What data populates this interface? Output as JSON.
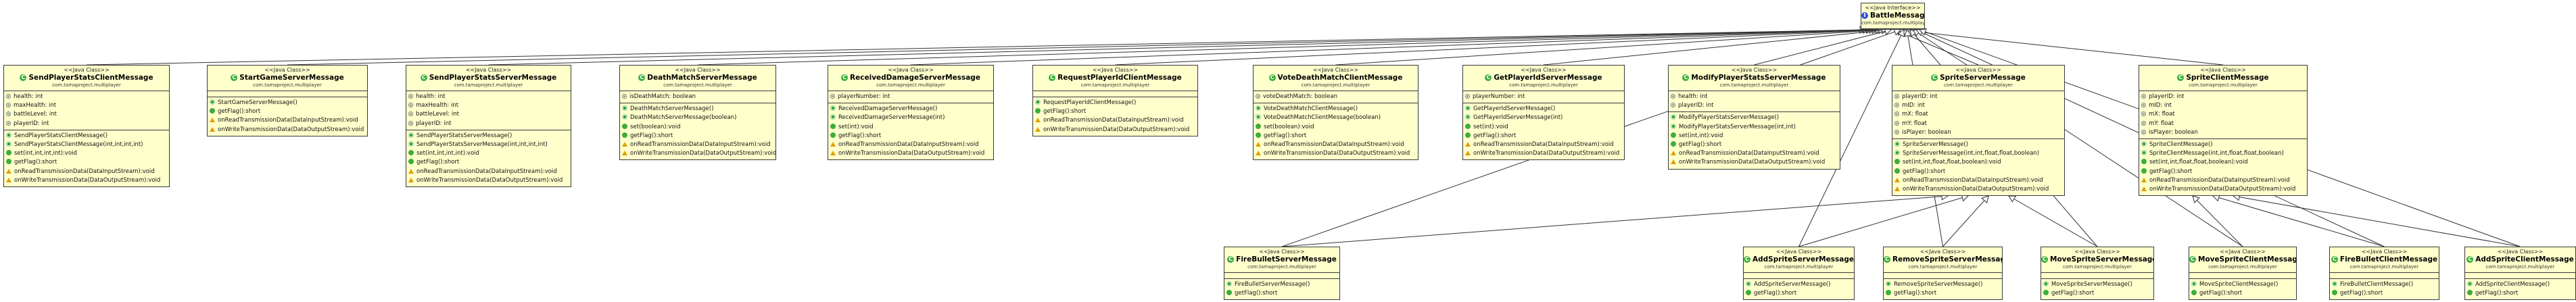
{
  "interface": {
    "stereotype": "<<Java Interface>>",
    "name": "BattleMessages",
    "package": "com.tamaproject.multiplayer",
    "icon": "interface-icon"
  },
  "classes": [
    {
      "id": "c1",
      "stereotype": "<<Java Class>>",
      "name": "SendPlayerStatsClientMessage",
      "package": "com.tamaproject.multiplayer",
      "fields": [
        "health: int",
        "maxHealth: int",
        "battleLevel: int",
        "playerID: int"
      ],
      "methods": [
        {
          "t": "ctor",
          "s": "SendPlayerStatsClientMessage()"
        },
        {
          "t": "ctor",
          "s": "SendPlayerStatsClientMessage(int,int,int,int)"
        },
        {
          "t": "m",
          "s": "set(int,int,int,int):void"
        },
        {
          "t": "m",
          "s": "getFlag():short"
        },
        {
          "t": "o",
          "s": "onReadTransmissionData(DataInputStream):void"
        },
        {
          "t": "o",
          "s": "onWriteTransmissionData(DataOutputStream):void"
        }
      ]
    },
    {
      "id": "c2",
      "stereotype": "<<Java Class>>",
      "name": "StartGameServerMessage",
      "package": "com.tamaproject.multiplayer",
      "fields": [],
      "methods": [
        {
          "t": "ctor",
          "s": "StartGameServerMessage()"
        },
        {
          "t": "m",
          "s": "getFlag():short"
        },
        {
          "t": "o",
          "s": "onReadTransmissionData(DataInputStream):void"
        },
        {
          "t": "o",
          "s": "onWriteTransmissionData(DataOutputStream):void"
        }
      ]
    },
    {
      "id": "c3",
      "stereotype": "<<Java Class>>",
      "name": "SendPlayerStatsServerMessage",
      "package": "com.tamaproject.multiplayer",
      "fields": [
        "health: int",
        "maxHealth: int",
        "battleLevel: int",
        "playerID: int"
      ],
      "methods": [
        {
          "t": "ctor",
          "s": "SendPlayerStatsServerMessage()"
        },
        {
          "t": "ctor",
          "s": "SendPlayerStatsServerMessage(int,int,int,int)"
        },
        {
          "t": "m",
          "s": "set(int,int,int,int):void"
        },
        {
          "t": "m",
          "s": "getFlag():short"
        },
        {
          "t": "o",
          "s": "onReadTransmissionData(DataInputStream):void"
        },
        {
          "t": "o",
          "s": "onWriteTransmissionData(DataOutputStream):void"
        }
      ]
    },
    {
      "id": "c4",
      "stereotype": "<<Java Class>>",
      "name": "DeathMatchServerMessage",
      "package": "com.tamaproject.multiplayer",
      "fields": [
        "isDeathMatch: boolean"
      ],
      "methods": [
        {
          "t": "ctor",
          "s": "DeathMatchServerMessage()"
        },
        {
          "t": "ctor",
          "s": "DeathMatchServerMessage(boolean)"
        },
        {
          "t": "m",
          "s": "set(boolean):void"
        },
        {
          "t": "m",
          "s": "getFlag():short"
        },
        {
          "t": "o",
          "s": "onReadTransmissionData(DataInputStream):void"
        },
        {
          "t": "o",
          "s": "onWriteTransmissionData(DataOutputStream):void"
        }
      ]
    },
    {
      "id": "c5",
      "stereotype": "<<Java Class>>",
      "name": "ReceivedDamageServerMessage",
      "package": "com.tamaproject.multiplayer",
      "fields": [
        "playerNumber: int"
      ],
      "methods": [
        {
          "t": "ctor",
          "s": "ReceivedDamageServerMessage()"
        },
        {
          "t": "ctor",
          "s": "ReceivedDamageServerMessage(int)"
        },
        {
          "t": "m",
          "s": "set(int):void"
        },
        {
          "t": "m",
          "s": "getFlag():short"
        },
        {
          "t": "o",
          "s": "onReadTransmissionData(DataInputStream):void"
        },
        {
          "t": "o",
          "s": "onWriteTransmissionData(DataOutputStream):void"
        }
      ]
    },
    {
      "id": "c6",
      "stereotype": "<<Java Class>>",
      "name": "RequestPlayerIdClientMessage",
      "package": "com.tamaproject.multiplayer",
      "fields": [],
      "methods": [
        {
          "t": "ctor",
          "s": "RequestPlayerIdClientMessage()"
        },
        {
          "t": "m",
          "s": "getFlag():short"
        },
        {
          "t": "o",
          "s": "onReadTransmissionData(DataInputStream):void"
        },
        {
          "t": "o",
          "s": "onWriteTransmissionData(DataOutputStream):void"
        }
      ]
    },
    {
      "id": "c7",
      "stereotype": "<<Java Class>>",
      "name": "VoteDeathMatchClientMessage",
      "package": "com.tamaproject.multiplayer",
      "fields": [
        "voteDeathMatch: boolean"
      ],
      "methods": [
        {
          "t": "ctor",
          "s": "VoteDeathMatchClientMessage()"
        },
        {
          "t": "ctor",
          "s": "VoteDeathMatchClientMessage(boolean)"
        },
        {
          "t": "m",
          "s": "set(boolean):void"
        },
        {
          "t": "m",
          "s": "getFlag():short"
        },
        {
          "t": "o",
          "s": "onReadTransmissionData(DataInputStream):void"
        },
        {
          "t": "o",
          "s": "onWriteTransmissionData(DataOutputStream):void"
        }
      ]
    },
    {
      "id": "c8",
      "stereotype": "<<Java Class>>",
      "name": "GetPlayerIdServerMessage",
      "package": "com.tamaproject.multiplayer",
      "fields": [
        "playerNumber: int"
      ],
      "methods": [
        {
          "t": "ctor",
          "s": "GetPlayerIdServerMessage()"
        },
        {
          "t": "ctor",
          "s": "GetPlayerIdServerMessage(int)"
        },
        {
          "t": "m",
          "s": "set(int):void"
        },
        {
          "t": "m",
          "s": "getFlag():short"
        },
        {
          "t": "o",
          "s": "onReadTransmissionData(DataInputStream):void"
        },
        {
          "t": "o",
          "s": "onWriteTransmissionData(DataOutputStream):void"
        }
      ]
    },
    {
      "id": "c9",
      "stereotype": "<<Java Class>>",
      "name": "ModifyPlayerStatsServerMessage",
      "package": "com.tamaproject.multiplayer",
      "fields": [
        "health: int",
        "playerID: int"
      ],
      "methods": [
        {
          "t": "ctor",
          "s": "ModifyPlayerStatsServerMessage()"
        },
        {
          "t": "ctor",
          "s": "ModifyPlayerStatsServerMessage(int,int)"
        },
        {
          "t": "m",
          "s": "set(int,int):void"
        },
        {
          "t": "m",
          "s": "getFlag():short"
        },
        {
          "t": "o",
          "s": "onReadTransmissionData(DataInputStream):void"
        },
        {
          "t": "o",
          "s": "onWriteTransmissionData(DataOutputStream):void"
        }
      ]
    },
    {
      "id": "c10",
      "stereotype": "<<Java Class>>",
      "name": "SpriteServerMessage",
      "package": "com.tamaproject.multiplayer",
      "fields": [
        "playerID: int",
        "mID: int",
        "mX: float",
        "mY: float",
        "isPlayer: boolean"
      ],
      "methods": [
        {
          "t": "ctor",
          "s": "SpriteServerMessage()"
        },
        {
          "t": "ctor",
          "s": "SpriteServerMessage(int,int,float,float,boolean)"
        },
        {
          "t": "m",
          "s": "set(int,int,float,float,boolean):void"
        },
        {
          "t": "m",
          "s": "getFlag():short"
        },
        {
          "t": "o",
          "s": "onReadTransmissionData(DataInputStream):void"
        },
        {
          "t": "o",
          "s": "onWriteTransmissionData(DataOutputStream):void"
        }
      ]
    },
    {
      "id": "c11",
      "stereotype": "<<Java Class>>",
      "name": "SpriteClientMessage",
      "package": "com.tamaproject.multiplayer",
      "fields": [
        "playerID: int",
        "mID: int",
        "mX: float",
        "mY: float",
        "isPlayer: boolean"
      ],
      "methods": [
        {
          "t": "ctor",
          "s": "SpriteClientMessage()"
        },
        {
          "t": "ctor",
          "s": "SpriteClientMessage(int,int,float,float,boolean)"
        },
        {
          "t": "m",
          "s": "set(int,int,float,float,boolean):void"
        },
        {
          "t": "m",
          "s": "getFlag():short"
        },
        {
          "t": "o",
          "s": "onReadTransmissionData(DataInputStream):void"
        },
        {
          "t": "o",
          "s": "onWriteTransmissionData(DataOutputStream):void"
        }
      ]
    },
    {
      "id": "c12",
      "stereotype": "<<Java Class>>",
      "name": "FireBulletServerMessage",
      "package": "com.tamaproject.multiplayer",
      "fields": [],
      "methods": [
        {
          "t": "ctor",
          "s": "FireBulletServerMessage()"
        },
        {
          "t": "m",
          "s": "getFlag():short"
        }
      ]
    },
    {
      "id": "c13",
      "stereotype": "<<Java Class>>",
      "name": "AddSpriteServerMessage",
      "package": "com.tamaproject.multiplayer",
      "fields": [],
      "methods": [
        {
          "t": "ctor",
          "s": "AddSpriteServerMessage()"
        },
        {
          "t": "m",
          "s": "getFlag():short"
        }
      ]
    },
    {
      "id": "c14",
      "stereotype": "<<Java Class>>",
      "name": "RemoveSpriteServerMessage",
      "package": "com.tamaproject.multiplayer",
      "fields": [],
      "methods": [
        {
          "t": "ctor",
          "s": "RemoveSpriteServerMessage()"
        },
        {
          "t": "m",
          "s": "getFlag():short"
        }
      ]
    },
    {
      "id": "c15",
      "stereotype": "<<Java Class>>",
      "name": "MoveSpriteServerMessage",
      "package": "com.tamaproject.multiplayer",
      "fields": [],
      "methods": [
        {
          "t": "ctor",
          "s": "MoveSpriteServerMessage()"
        },
        {
          "t": "m",
          "s": "getFlag():short"
        }
      ]
    },
    {
      "id": "c16",
      "stereotype": "<<Java Class>>",
      "name": "MoveSpriteClientMessage",
      "package": "com.tamaproject.multiplayer",
      "fields": [],
      "methods": [
        {
          "t": "ctor",
          "s": "MoveSpriteClientMessage()"
        },
        {
          "t": "m",
          "s": "getFlag():short"
        }
      ]
    },
    {
      "id": "c17",
      "stereotype": "<<Java Class>>",
      "name": "FireBulletClientMessage",
      "package": "com.tamaproject.multiplayer",
      "fields": [],
      "methods": [
        {
          "t": "ctor",
          "s": "FireBulletClientMessage()"
        },
        {
          "t": "m",
          "s": "getFlag():short"
        }
      ]
    },
    {
      "id": "c18",
      "stereotype": "<<Java Class>>",
      "name": "AddSpriteClientMessage",
      "package": "com.tamaproject.multiplayer",
      "fields": [],
      "methods": [
        {
          "t": "ctor",
          "s": "AddSpriteClientMessage()"
        },
        {
          "t": "m",
          "s": "getFlag():short"
        }
      ]
    }
  ],
  "realizations": [
    "c1",
    "c2",
    "c3",
    "c4",
    "c5",
    "c6",
    "c7",
    "c8",
    "c9",
    "c10",
    "c11",
    "c12",
    "c13",
    "c14",
    "c15",
    "c16",
    "c17",
    "c18"
  ],
  "generalizations": [
    {
      "from": "c12",
      "to": "c10"
    },
    {
      "from": "c13",
      "to": "c10"
    },
    {
      "from": "c14",
      "to": "c10"
    },
    {
      "from": "c15",
      "to": "c10"
    },
    {
      "from": "c16",
      "to": "c11"
    },
    {
      "from": "c17",
      "to": "c11"
    },
    {
      "from": "c18",
      "to": "c11"
    }
  ]
}
